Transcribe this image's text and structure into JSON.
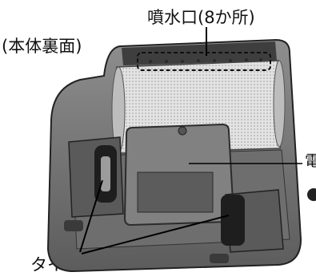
{
  "labels": {
    "view": "(本体裏面)",
    "nozzle": "噴水口(8か所)",
    "tire": "タイヤ",
    "cut_text": "電"
  },
  "colors": {
    "body": "#7b7b7b",
    "body_dark": "#4a4a4a",
    "brush": "#d9d9d9",
    "tire": "#1e1e1e",
    "line": "#000000"
  },
  "icons": {
    "bullet": "black-dot-icon"
  }
}
